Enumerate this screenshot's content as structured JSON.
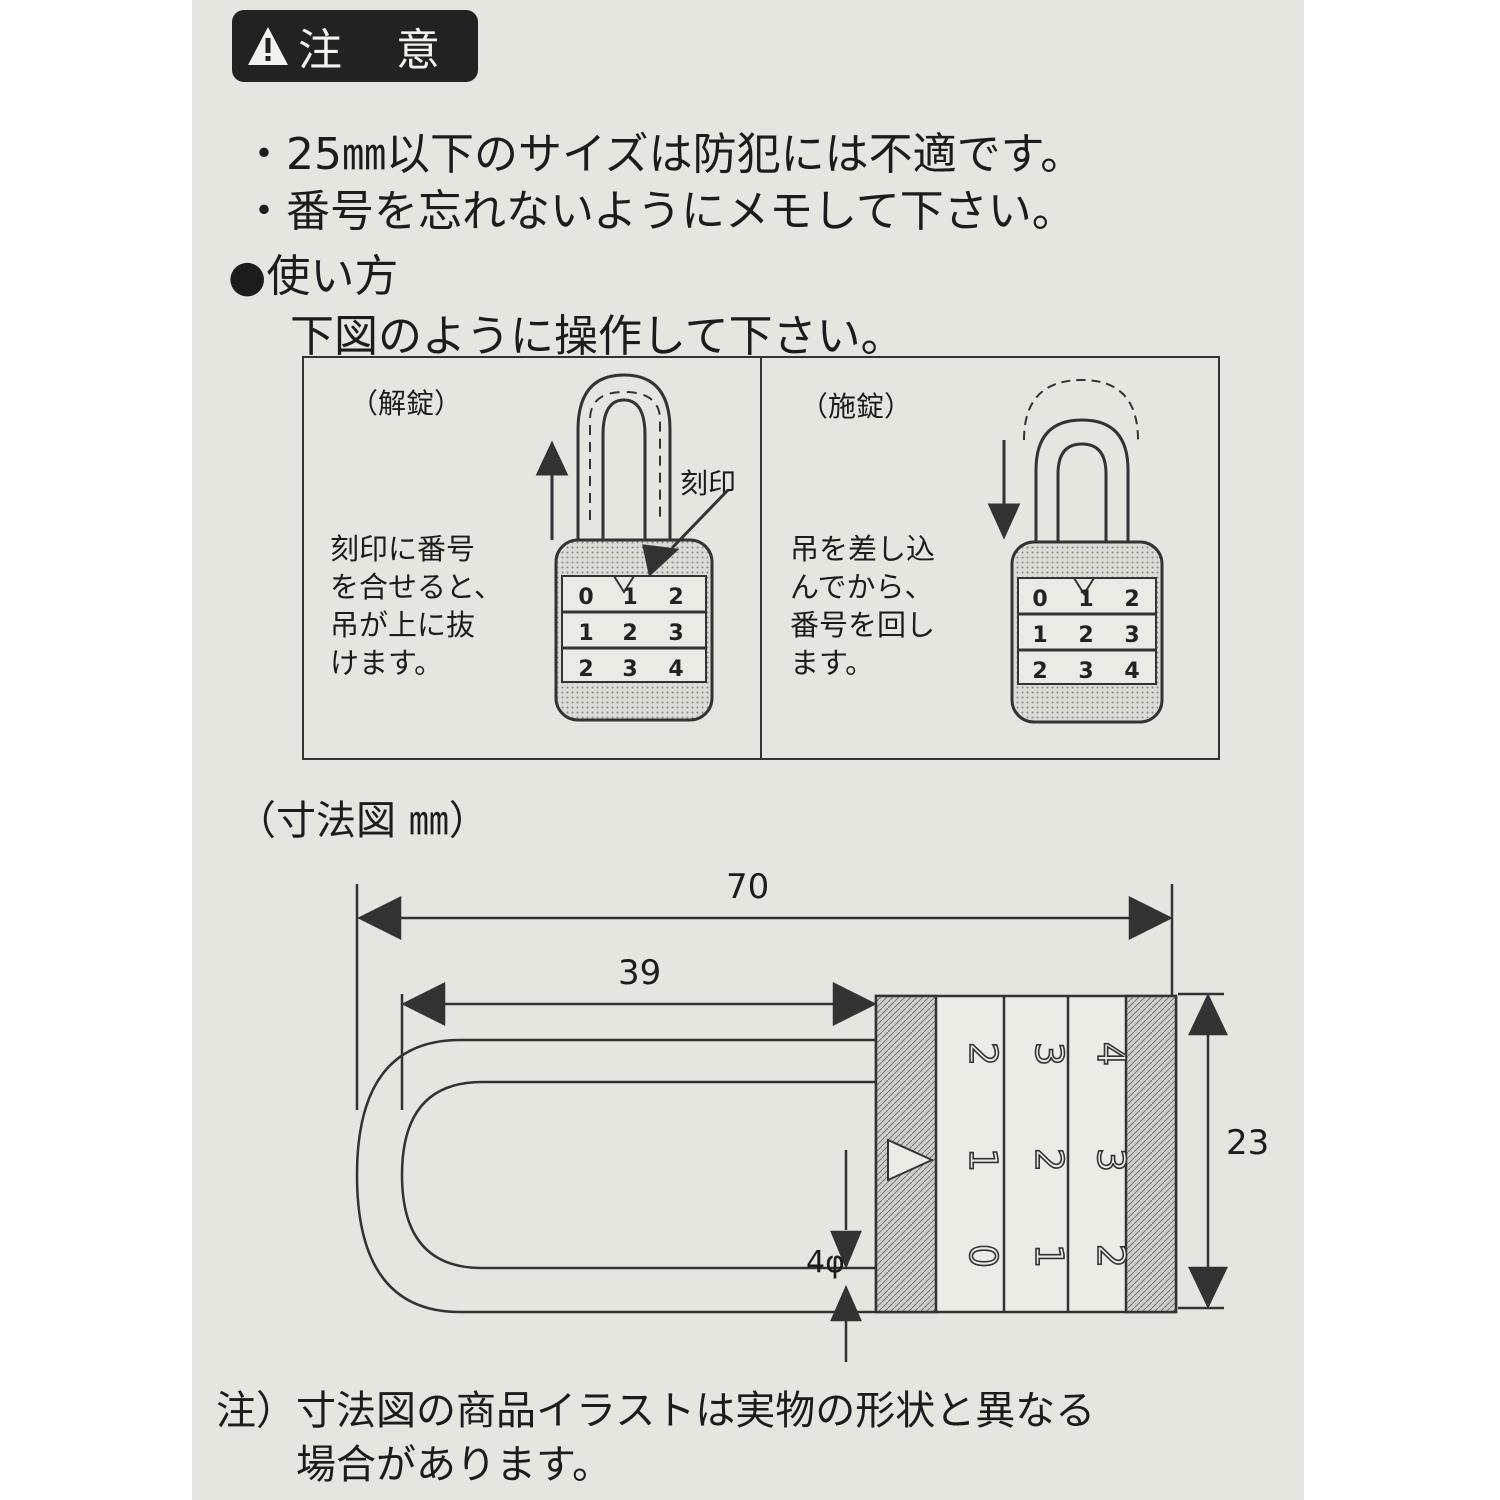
{
  "caution": {
    "title": "注 意",
    "items": [
      "・25㎜以下のサイズは防犯には不適です。",
      "・番号を忘れないようにメモして下さい。"
    ]
  },
  "usage": {
    "title": "●使い方",
    "subtitle": "下図のように操作して下さい。",
    "unlock": {
      "title": "（解錠）",
      "mark_label": "刻印",
      "lines": [
        "刻印に番号",
        "を合せると、",
        "吊が上に抜",
        "けます。"
      ],
      "dial_rows": [
        [
          "0",
          "1",
          "2"
        ],
        [
          "1",
          "2",
          "3"
        ],
        [
          "2",
          "3",
          "4"
        ]
      ]
    },
    "lock": {
      "title": "（施錠）",
      "lines": [
        "吊を差し込",
        "んでから、",
        "番号を回し",
        "ます。"
      ],
      "dial_rows": [
        [
          "0",
          "1",
          "2"
        ],
        [
          "1",
          "2",
          "3"
        ],
        [
          "2",
          "3",
          "4"
        ]
      ]
    }
  },
  "dimensions": {
    "title": "（寸法図 ㎜）",
    "overall_length": "70",
    "shackle_length": "39",
    "body_height": "23",
    "shackle_diameter": "4φ",
    "dial_columns": [
      [
        "2",
        "1",
        "0"
      ],
      [
        "3",
        "2",
        "1"
      ],
      [
        "4",
        "3",
        "2"
      ]
    ]
  },
  "note": {
    "lines": [
      "注）寸法図の商品イラストは実物の形状と異なる",
      "　　場合があります。"
    ]
  }
}
